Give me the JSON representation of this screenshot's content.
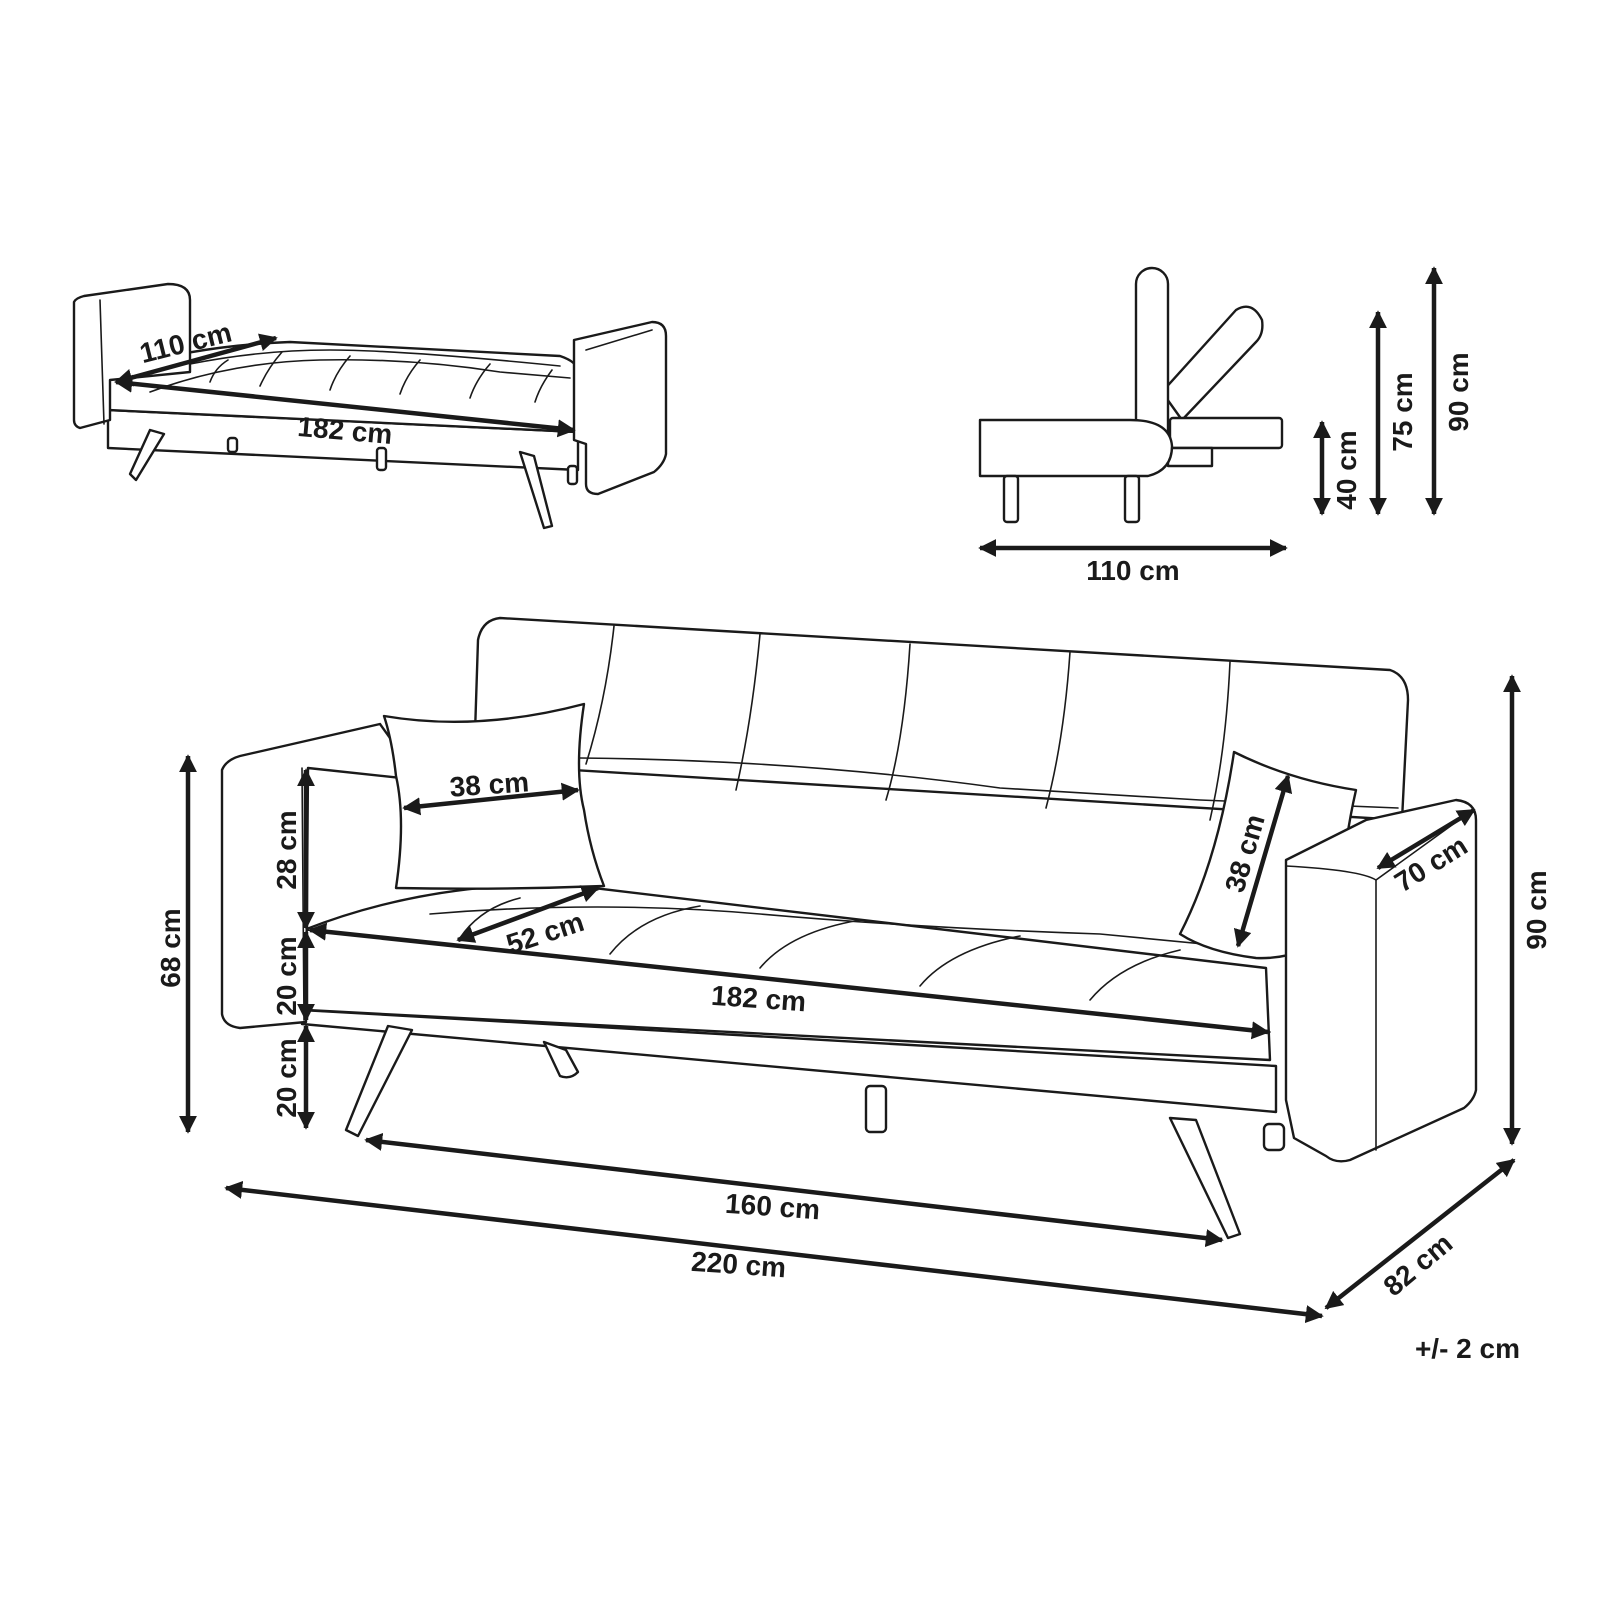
{
  "colors": {
    "stroke": "#1a1a1a",
    "background": "#ffffff"
  },
  "views": {
    "bed": {
      "depth_label": "110 cm",
      "length_label": "182 cm"
    },
    "side": {
      "seat_height_label": "40 cm",
      "back_reclined_height_label": "75 cm",
      "total_height_label": "90 cm",
      "depth_label": "110 cm"
    },
    "front": {
      "pillow_width_label": "38 cm",
      "pillow_height_label": "38 cm",
      "seat_depth_label": "52 cm",
      "seat_length_label": "182 cm",
      "armrest_depth_label": "70 cm",
      "arm_above_seat_label": "28 cm",
      "seat_cushion_label": "20 cm",
      "leg_height_label": "20 cm",
      "arm_height_label": "68 cm",
      "total_height_label": "90 cm",
      "legs_span_label": "160 cm",
      "total_width_label": "220 cm",
      "total_depth_label": "82 cm"
    }
  },
  "tolerance_label": "+/- 2 cm"
}
